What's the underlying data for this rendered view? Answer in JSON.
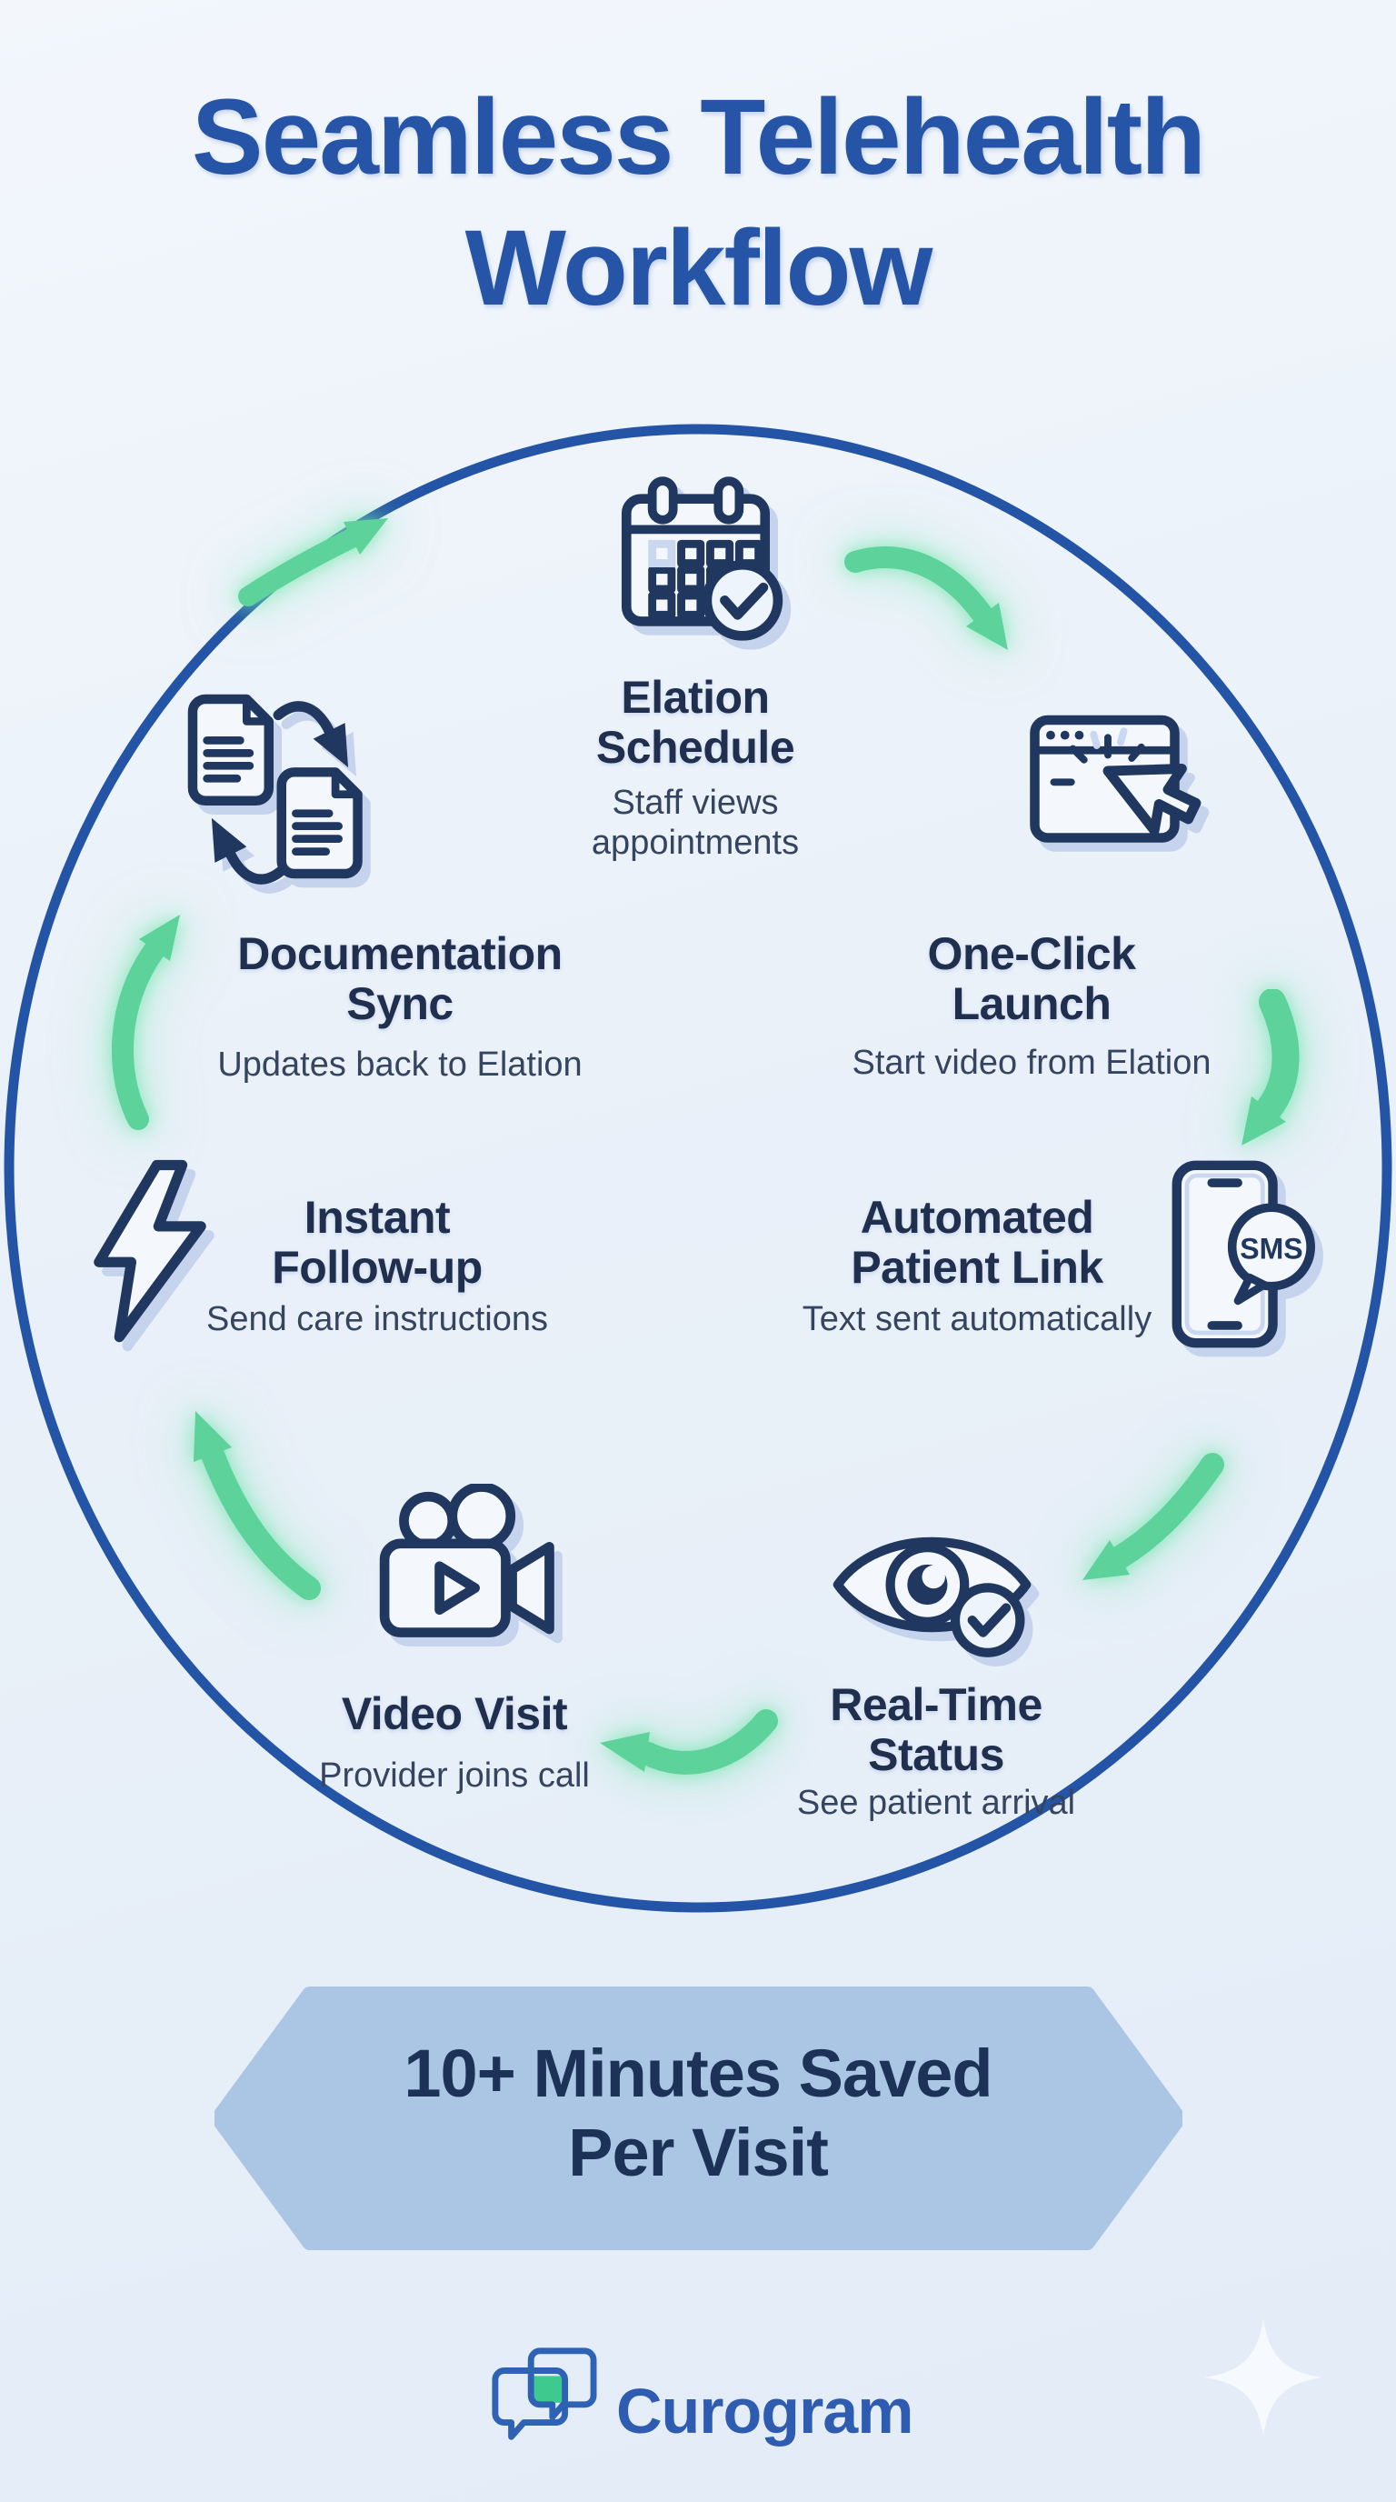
{
  "title": "Seamless Telehealth Workflow",
  "steps": [
    {
      "id": "elation-schedule",
      "title": "Elation Schedule",
      "subtitle": "Staff views appointments",
      "icon": "calendar-check-icon"
    },
    {
      "id": "one-click-launch",
      "title": "One-Click Launch",
      "subtitle": "Start video from Elation",
      "icon": "browser-click-icon"
    },
    {
      "id": "automated-patient-link",
      "title": "Automated Patient Link",
      "subtitle": "Text sent automatically",
      "icon": "phone-sms-icon",
      "icon_label": "SMS"
    },
    {
      "id": "real-time-status",
      "title": "Real-Time Status",
      "subtitle": "See patient arrival",
      "icon": "eye-check-icon"
    },
    {
      "id": "video-visit",
      "title": "Video Visit",
      "subtitle": "Provider joins call",
      "icon": "video-camera-icon"
    },
    {
      "id": "instant-follow-up",
      "title": "Instant Follow-up",
      "subtitle": "Send care instructions",
      "icon": "lightning-icon"
    },
    {
      "id": "documentation-sync",
      "title": "Documentation Sync",
      "subtitle": "Updates back to Elation",
      "icon": "documents-sync-icon"
    }
  ],
  "flow": {
    "shape": "circle",
    "direction": "clockwise",
    "connections": [
      "documentation-sync->elation-schedule",
      "elation-schedule->one-click-launch",
      "one-click-launch->automated-patient-link",
      "automated-patient-link->real-time-status",
      "real-time-status->video-visit",
      "video-visit->instant-follow-up",
      "instant-follow-up->documentation-sync"
    ]
  },
  "badge": {
    "text": "10+ Minutes Saved Per Visit"
  },
  "logo": {
    "brand": "Curogram",
    "icon": "chat-bubbles-icon"
  },
  "decor": {
    "sparkle": "sparkle-icon"
  },
  "colors": {
    "background": "#eaf1f9",
    "title_blue": "#2655a8",
    "ring_blue": "#2454a6",
    "step_title_navy": "#202f4e",
    "subtitle_slate": "#36455f",
    "icon_navy": "#20375f",
    "icon_shadow_periwinkle": "#c5d3ed",
    "arrow_green": "#5ed29b",
    "badge_fill": "#abc5e5",
    "badge_text": "#1d3257",
    "logo_blue": "#2e5cb0",
    "logo_green": "#3ec98f"
  }
}
